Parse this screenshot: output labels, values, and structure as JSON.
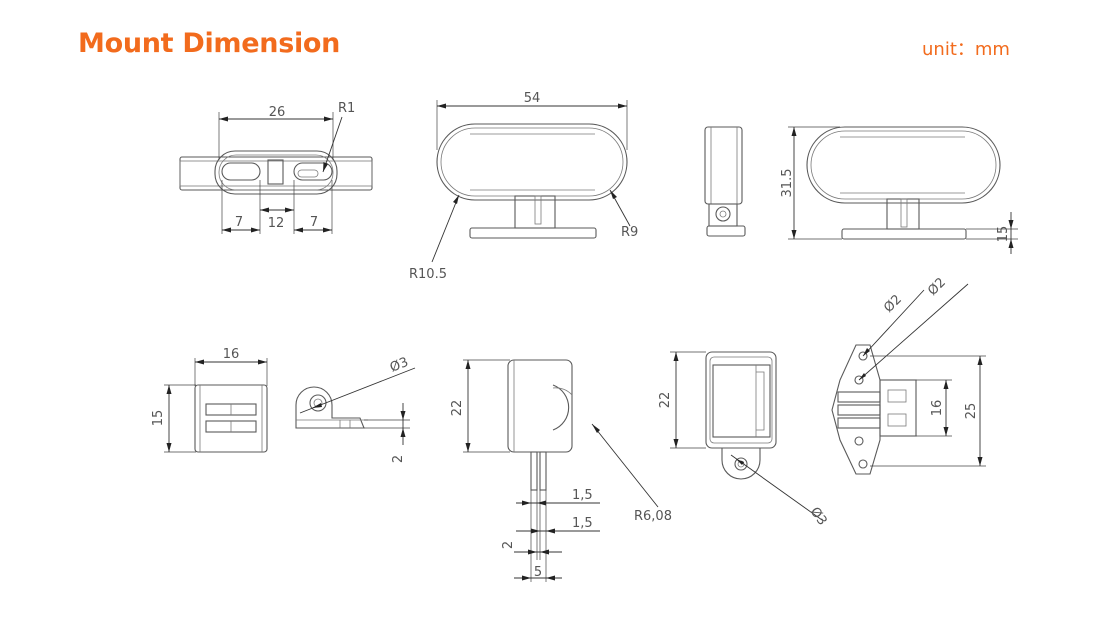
{
  "header": {
    "title": "Mount Dimension",
    "unit": "unit：mm"
  },
  "colors": {
    "accent": "#f26b1d",
    "line": "#5a5a5a"
  },
  "dimensions": {
    "d26": "26",
    "r1": "R1",
    "d7a": "7",
    "d12": "12",
    "d7b": "7",
    "d54": "54",
    "r9": "R9",
    "r105": "R10.5",
    "d315": "31.5",
    "d15h": "15",
    "d16": "16",
    "d15": "15",
    "phi3a": "Ø3",
    "d2a": "2",
    "d22a": "22",
    "d15a": "1,5",
    "d15b": "1,5",
    "d2b": "2",
    "d5": "5",
    "r608": "R6,08",
    "d22b": "22",
    "phi3b": "Ø3",
    "phi2a": "Ø2",
    "phi2b": "Ø2",
    "d16b": "16",
    "d25": "25"
  }
}
